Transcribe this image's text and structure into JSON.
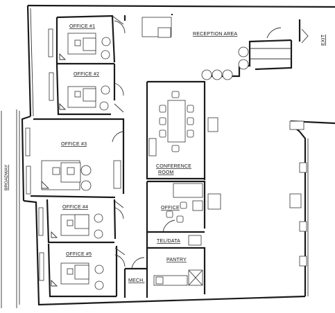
{
  "street": "BROADWAY",
  "rooms": {
    "office1": "OFFICE #1",
    "office2": "OFFICE #2",
    "office3": "OFFICE #3",
    "office4": "OFFICE #4",
    "office5": "OFFICE #5",
    "reception": "RECEPTION AREA",
    "conference_line1": "CONFERENCE",
    "conference_line2": "ROOM",
    "office": "OFFICE",
    "tel_data": "TEL/DATA",
    "pantry": "PANTRY",
    "mech": "MECH.",
    "exit": "EXIT"
  }
}
